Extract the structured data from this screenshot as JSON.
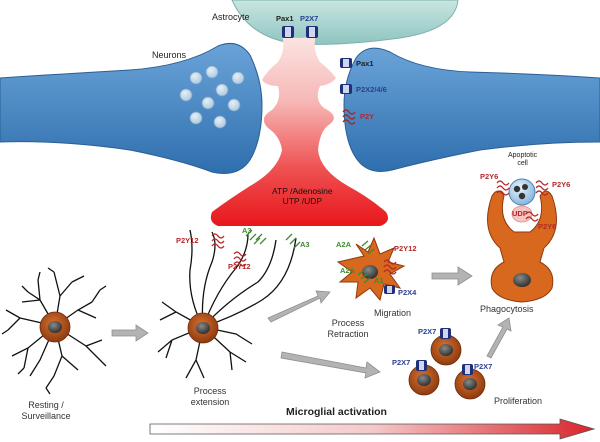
{
  "labels": {
    "astrocyte": "Astrocyte",
    "neurons": "Neurons",
    "mediators_line1": "ATP /Adenosine",
    "mediators_line2": "UTP /UDP",
    "apoptotic_cell_line1": "Apoptotic",
    "apoptotic_cell_line2": "cell",
    "udp": "UDP"
  },
  "receptors": {
    "pax1": "Pax1",
    "p2x7": "P2X7",
    "p2x246": "P2X2/4/6",
    "p2y": "P2Y",
    "p2y12": "P2Y12",
    "a3": "A3",
    "a2a": "A2A",
    "a1": "A1",
    "p2x4": "P2X4",
    "p2y6": "P2Y6"
  },
  "stages": {
    "resting_line1": "Resting /",
    "resting_line2": "Surveillance",
    "extension_line1": "Process",
    "extension_line2": "extension",
    "retraction_line1": "Process",
    "retraction_line2": "Retraction",
    "migration": "Migration",
    "phagocytosis": "Phagocytosis",
    "proliferation": "Proliferation"
  },
  "activation_label": "Microglial activation",
  "colors": {
    "neuron_fill": "#4a88c7",
    "astrocyte_fill": "#a9d3cf",
    "signal_gradient_top": "#fbe3e0",
    "signal_gradient_bottom": "#e8161b",
    "microglia_body": "#b9551d",
    "activated_microglia": "#d86a1e",
    "receptor_red": "#b5272b",
    "receptor_blue": "#2c3f93",
    "receptor_green": "#3f8a2f",
    "arrow_grey": "#a7a7a7"
  }
}
